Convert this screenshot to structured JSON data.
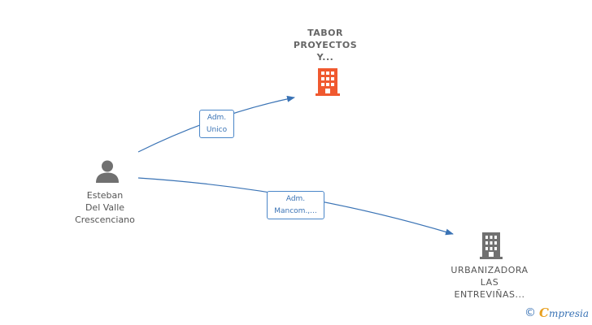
{
  "person": {
    "lines": [
      "Esteban",
      "Del Valle",
      "Crescenciano"
    ],
    "icon": "person-icon"
  },
  "companies": [
    {
      "lines": [
        "TABOR",
        "PROYECTOS",
        "Y..."
      ],
      "icon": "building-icon",
      "color": "#f0592f"
    },
    {
      "lines": [
        "URBANIZADORA",
        "LAS",
        "ENTREVIÑAS..."
      ],
      "icon": "building-icon",
      "color": "#707070"
    }
  ],
  "edges": [
    {
      "lines": [
        "Adm.",
        "Unico"
      ]
    },
    {
      "lines": [
        "Adm.",
        "Mancom.,..."
      ]
    }
  ],
  "colors": {
    "edge": "#3a73b5",
    "person": "#707070"
  },
  "footer": {
    "copyright": "©",
    "brand_first": "C",
    "brand_rest": "mpresia"
  }
}
